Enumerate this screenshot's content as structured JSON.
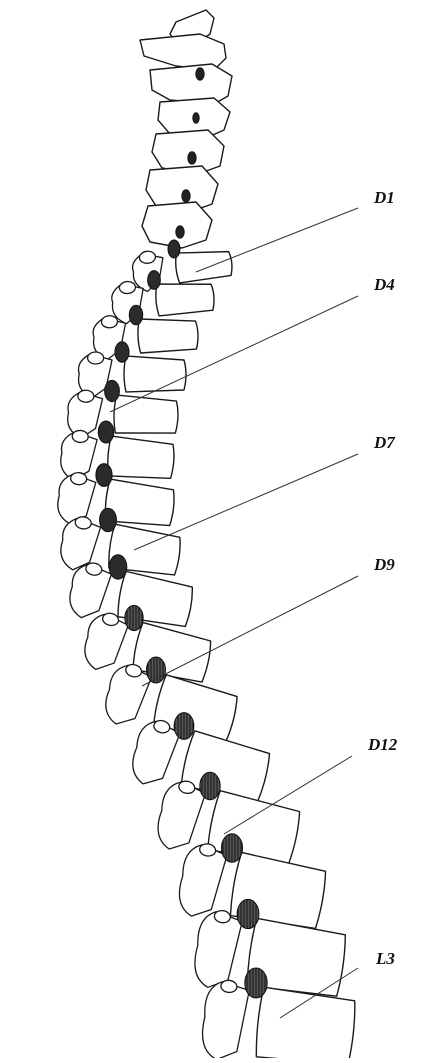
{
  "diagram": {
    "labels": [
      {
        "id": "d1",
        "text": "D1"
      },
      {
        "id": "d4",
        "text": "D4"
      },
      {
        "id": "d7",
        "text": "D7"
      },
      {
        "id": "d9",
        "text": "D9"
      },
      {
        "id": "d12",
        "text": "D12"
      },
      {
        "id": "l3",
        "text": "L3"
      }
    ]
  },
  "colors": {
    "background": "#ffffff",
    "ink": "#1a1a1a",
    "disc": "#2b2b2b"
  }
}
